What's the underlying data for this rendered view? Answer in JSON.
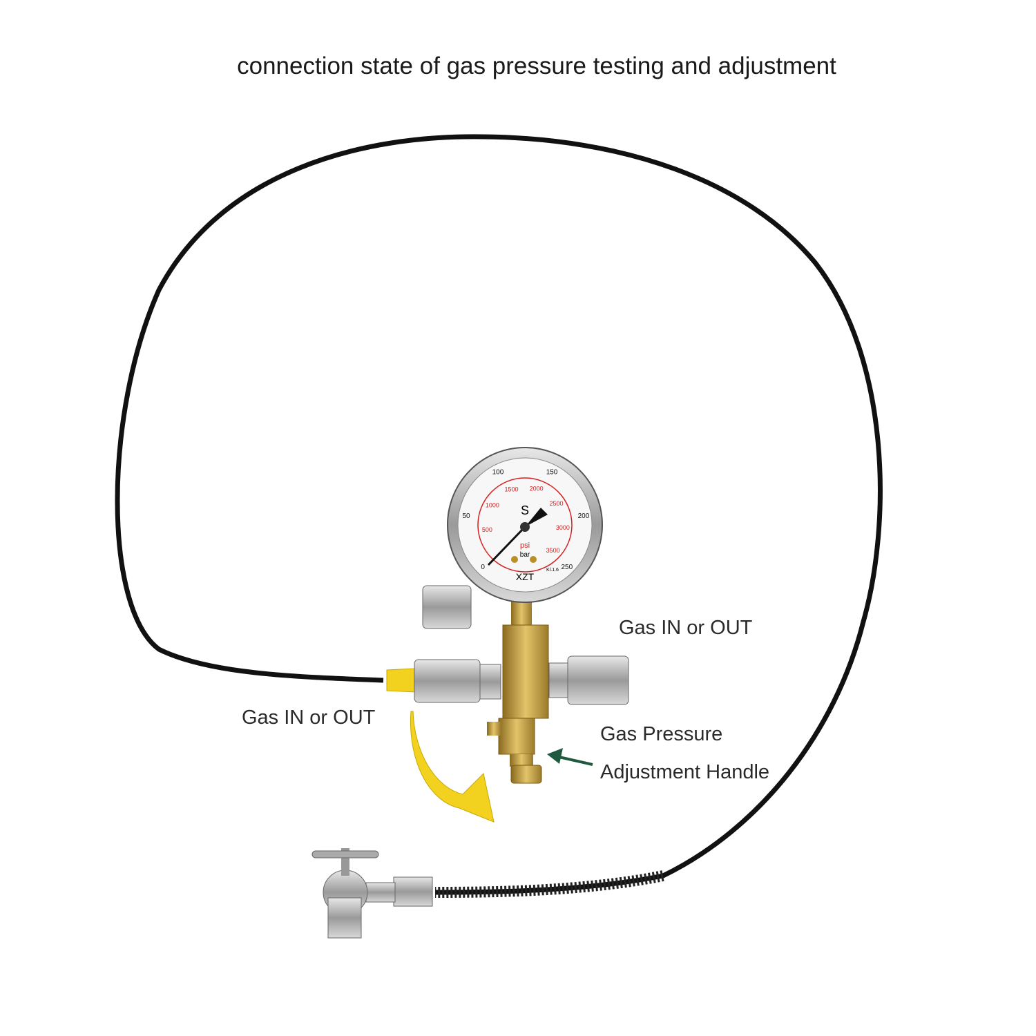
{
  "title": "connection state of gas pressure testing and adjustment",
  "labels": {
    "gas_in_out_right": "Gas IN or OUT",
    "gas_in_out_left": "Gas IN or OUT",
    "adjustment_line1": "Gas Pressure",
    "adjustment_line2": "Adjustment Handle"
  },
  "gauge": {
    "brand": "XZT",
    "symbol": "S",
    "unit_psi": "psi",
    "unit_bar": "bar",
    "class": "Kl.1.6",
    "bar_ticks": [
      "0",
      "50",
      "100",
      "150",
      "200",
      "250"
    ],
    "psi_ticks": [
      "500",
      "1000",
      "1500",
      "2000",
      "2500",
      "3000",
      "3500"
    ]
  },
  "colors": {
    "hose": "#111111",
    "brass": "#c9a84a",
    "yellow_cap": "#f2d21f",
    "psi_scale": "#d42020",
    "arrow": "#1f5a40"
  }
}
